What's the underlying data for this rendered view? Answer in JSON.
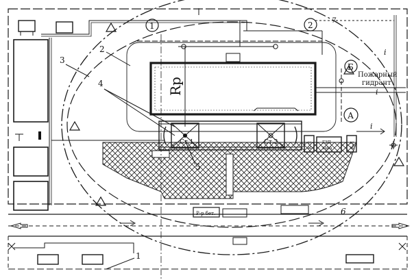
{
  "labels": {
    "rp": "Rp",
    "fire_hydrant_line1": "Пожарный",
    "fire_hydrant_line2": "гидрант",
    "crane_1": "Ст.1",
    "crane_2": "Ст.2",
    "concrete_hopper": "Р-р бет.",
    "gzp_line1": "ГЗП",
    "gzp_line2": "тара",
    "kl_left": "К-Л",
    "kl_right": "К-Л",
    "circle_1": "1",
    "circle_2": "2",
    "circle_a": "А",
    "circle_b": "Б",
    "callout_1": "1",
    "callout_2": "2",
    "callout_3": "3",
    "callout_4": "4",
    "callout_5": "5",
    "callout_6": "6",
    "slope_i_top": "i",
    "slope_i_right": "i",
    "slope_i_lower": "i",
    "mark_7": "7"
  }
}
